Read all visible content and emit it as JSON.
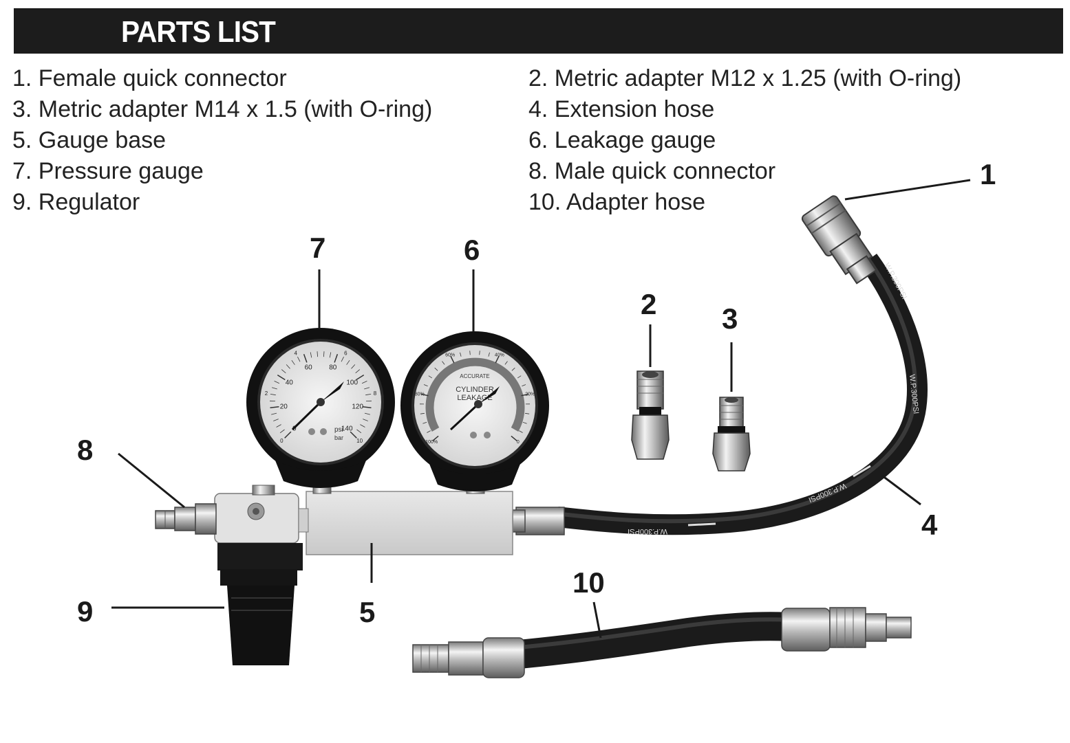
{
  "header": {
    "title": "PARTS LIST"
  },
  "parts_left": [
    "1. Female quick connector",
    "3. Metric adapter M14 x 1.5 (with O-ring)",
    "5. Gauge base",
    "7. Pressure gauge",
    "9. Regulator"
  ],
  "parts_right": [
    "2. Metric adapter M12 x 1.25 (with O-ring)",
    "4. Extension hose",
    "6. Leakage gauge",
    "8. Male quick connector",
    "10. Adapter hose"
  ],
  "callouts": {
    "c1": "1",
    "c2": "2",
    "c3": "3",
    "c4": "4",
    "c5": "5",
    "c6": "6",
    "c7": "7",
    "c8": "8",
    "c9": "9",
    "c10": "10"
  },
  "pressure_gauge": {
    "psi_labels": [
      "0",
      "20",
      "40",
      "60",
      "80",
      "100",
      "120",
      "140"
    ],
    "bar_labels": [
      "0",
      "2",
      "4",
      "6",
      "8",
      "10"
    ],
    "unit_psi": "psi",
    "unit_bar": "bar"
  },
  "leakage_gauge": {
    "line1": "CYLINDER",
    "line2": "LEAKAGE",
    "band_label": "ACCURATE",
    "pct_labels": [
      "0",
      "20%",
      "40%",
      "60%",
      "80%",
      "100%"
    ]
  },
  "hose_print": "W.P.300PSI",
  "colors": {
    "header_bg": "#1c1c1c",
    "header_text": "#ffffff",
    "text": "#222222"
  }
}
